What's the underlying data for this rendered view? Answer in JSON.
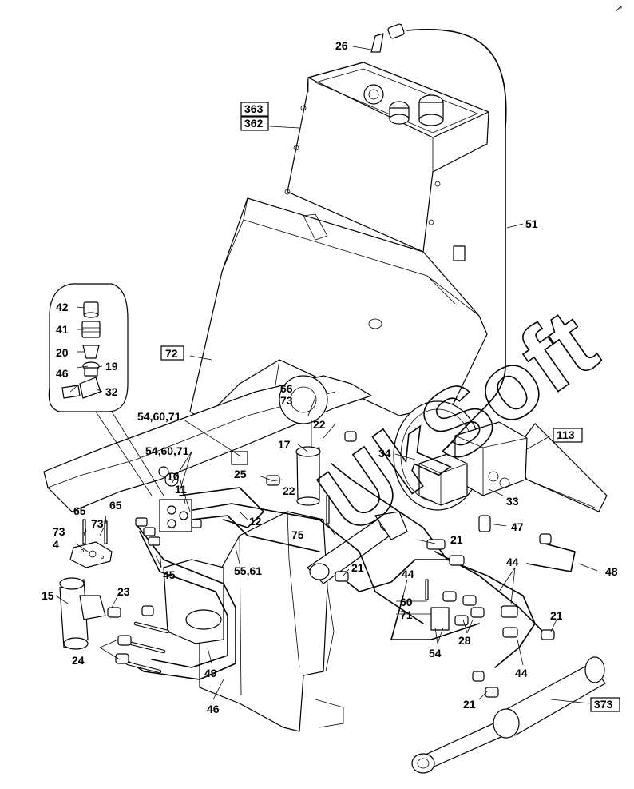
{
  "watermark": "UkSoft",
  "corner_mark": "↗",
  "labels": {
    "l26": "26",
    "l363": "363",
    "l362": "362",
    "l51": "51",
    "l42": "42",
    "l41": "41",
    "l20": "20",
    "l19": "19",
    "l46a": "46",
    "l32": "32",
    "l72": "72",
    "l66": "66",
    "l73a": "73",
    "l546071a": "54,60,71",
    "l22a": "22",
    "l17": "17",
    "l546071b": "54,60,71",
    "l10": "10",
    "l11": "11",
    "l25": "25",
    "l22b": "22",
    "l34": "34",
    "l113": "113",
    "l33": "33",
    "l65a": "65",
    "l65b": "65",
    "l73b": "73",
    "l73c": "73",
    "l4": "4",
    "l12": "12",
    "l75": "75",
    "l47": "47",
    "l48": "48",
    "l15": "15",
    "l45": "45",
    "l5561": "55,61",
    "l21a": "21",
    "l21b": "21",
    "l44a": "44",
    "l44b": "44",
    "l60": "60",
    "l71": "71",
    "l23": "23",
    "l28": "28",
    "l54": "54",
    "l21c": "21",
    "l24": "24",
    "l49": "49",
    "l44c": "44",
    "l46b": "46",
    "l21d": "21",
    "l373": "373"
  }
}
